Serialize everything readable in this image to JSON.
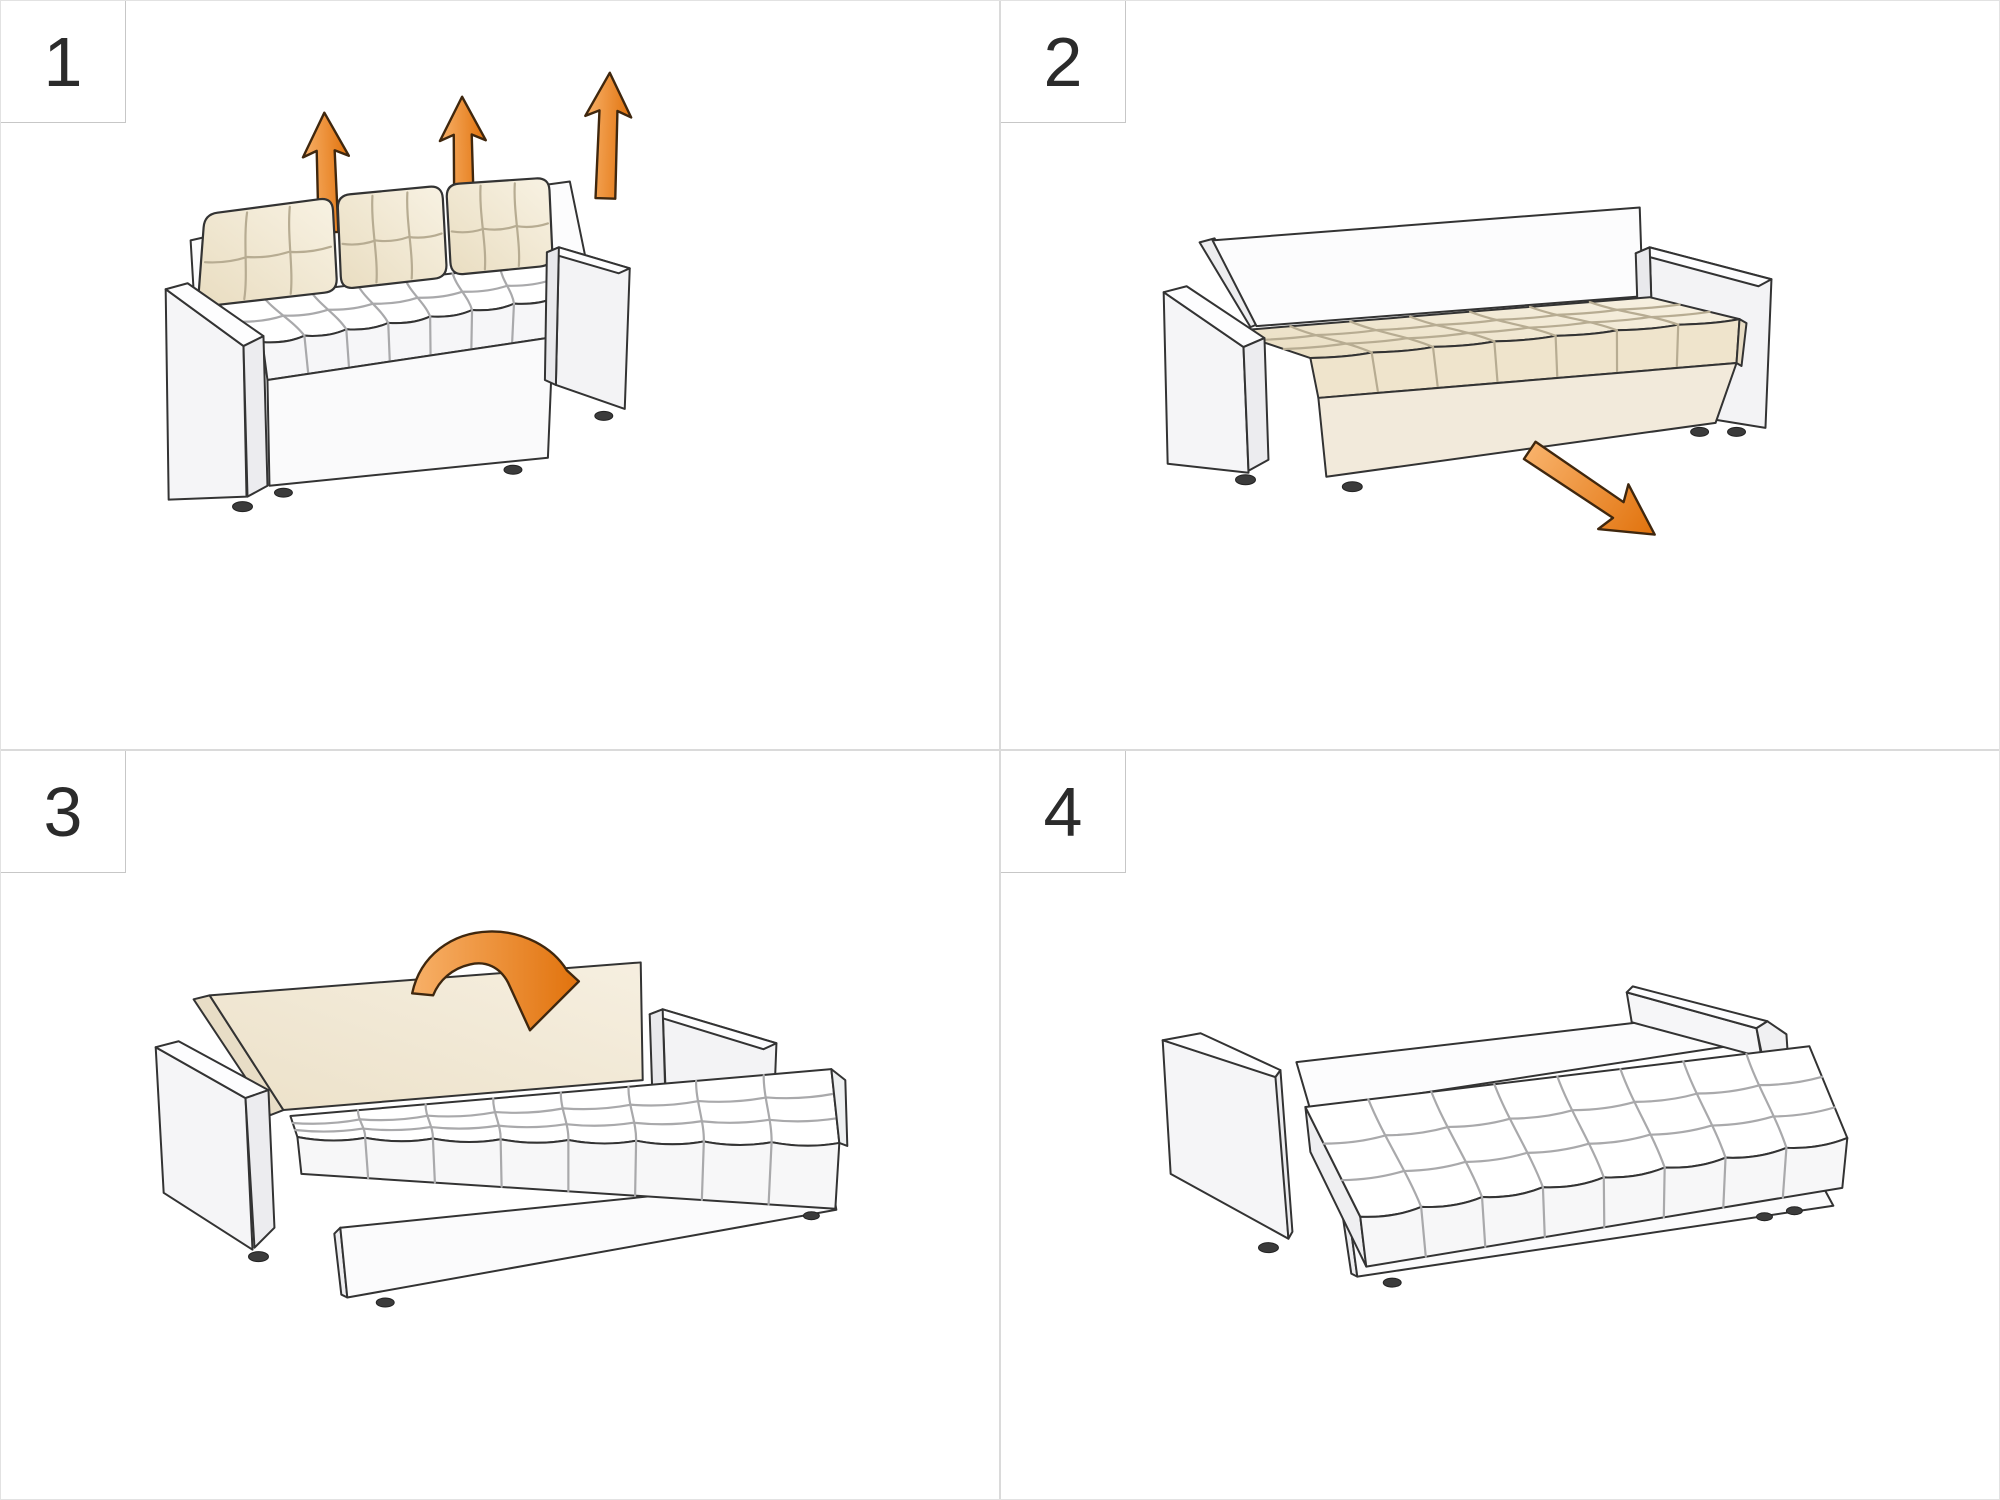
{
  "diagram": {
    "title": "sofa-bed conversion instructions",
    "steps": [
      {
        "number": "1",
        "scene": "sofa with three back cushions lifted",
        "icons": [
          "arrow-up-icon",
          "arrow-up-icon",
          "arrow-up-icon"
        ]
      },
      {
        "number": "2",
        "scene": "sofa without back cushions, pull seat out",
        "icons": [
          "arrow-pull-icon"
        ]
      },
      {
        "number": "3",
        "scene": "seat pulled out, flip backrest down",
        "icons": [
          "arrow-flip-icon"
        ]
      },
      {
        "number": "4",
        "scene": "flat bed",
        "icons": []
      }
    ],
    "colors": {
      "arrow_light": "#f8b169",
      "arrow_dark": "#e1720c",
      "arrow_outline": "#3f270e",
      "cream_light": "#f8f2e3",
      "cream": "#f1e8d4",
      "cream_dark": "#e9ddc1",
      "cream_front": "#efe4cc",
      "base_cream": "#f2eadb",
      "cream_side": "#e7dcc4",
      "outline": "#333333",
      "seam_gray": "#a9a9ab",
      "seam_cream": "#b7ac92",
      "white": "#ffffff",
      "white_front": "#f6f6f8",
      "white_side": "#ededf0",
      "grid_line": "#dadada",
      "number_color": "#2b2b2b",
      "box_border": "#c7c7c7"
    }
  }
}
